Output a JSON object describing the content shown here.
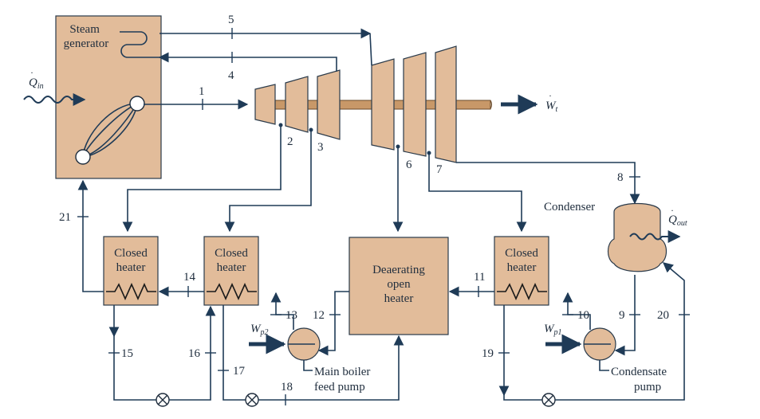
{
  "colors": {
    "component_fill": "#e2bc9a",
    "line": "#1f3b57",
    "shaft": "#c89868"
  },
  "components": {
    "steam_generator": "Steam\ngenerator",
    "closed_heater_1": "Closed\nheater",
    "closed_heater_2": "Closed\nheater",
    "closed_heater_3": "Closed\nheater",
    "deaerator": "Deaerating\nopen\nheater",
    "condenser": "Condenser",
    "main_pump": "Main boiler\nfeed pump",
    "condensate_pump": "Condensate\npump"
  },
  "energy": {
    "q_in": "Q",
    "q_in_sub": "in",
    "q_out": "Q",
    "q_out_sub": "out",
    "w_t": "W",
    "w_t_sub": "t",
    "w_p1": "W",
    "w_p1_sub": "p1",
    "w_p2": "W",
    "w_p2_sub": "p2"
  },
  "states": [
    "1",
    "2",
    "3",
    "4",
    "5",
    "6",
    "7",
    "8",
    "9",
    "10",
    "11",
    "12",
    "13",
    "14",
    "15",
    "16",
    "17",
    "18",
    "19",
    "20",
    "21"
  ]
}
